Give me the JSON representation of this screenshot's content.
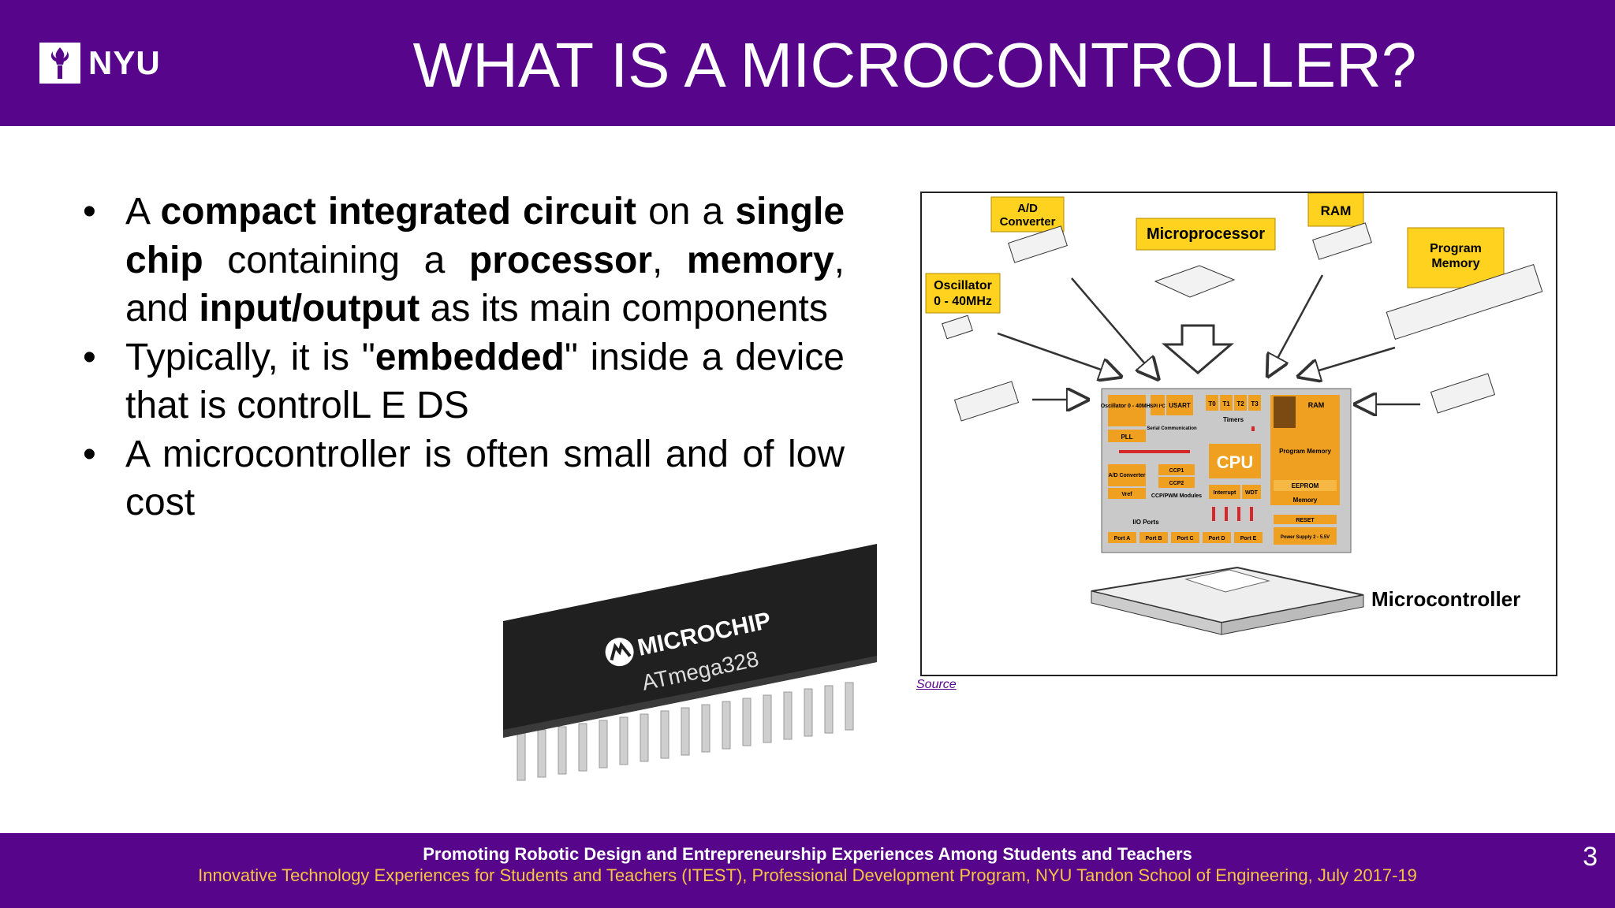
{
  "header": {
    "logo_text": "NYU",
    "title": "WHAT IS A MICROCONTROLLER?"
  },
  "bullets": [
    {
      "segments": [
        {
          "text": "A ",
          "bold": false
        },
        {
          "text": "compact integrated circuit",
          "bold": true
        },
        {
          "text": " on a ",
          "bold": false
        },
        {
          "text": "single chip",
          "bold": true
        },
        {
          "text": " containing a ",
          "bold": false
        },
        {
          "text": "processor",
          "bold": true
        },
        {
          "text": ", ",
          "bold": false
        },
        {
          "text": "memory",
          "bold": true
        },
        {
          "text": ", and ",
          "bold": false
        },
        {
          "text": "input/output",
          "bold": true
        },
        {
          "text": " as its main components",
          "bold": false
        }
      ]
    },
    {
      "segments": [
        {
          "text": "Typically, it is \"",
          "bold": false
        },
        {
          "text": "embedded",
          "bold": true
        },
        {
          "text": "\" inside a device that is controlL E DS",
          "bold": false
        }
      ]
    },
    {
      "segments": [
        {
          "text": "A microcontroller is often small and of low cost",
          "bold": false
        }
      ]
    }
  ],
  "diagram": {
    "labels": {
      "ad_converter_1": "A/D",
      "ad_converter_2": "Converter",
      "microprocessor": "Microprocessor",
      "ram": "RAM",
      "program_memory_1": "Program",
      "program_memory_2": "Memory",
      "oscillator_1": "Oscillator",
      "oscillator_2": "0 - 40MHz",
      "cpu": "CPU",
      "microcontroller": "Microcontroller",
      "blk_osc": "Oscillator 0 - 40MHz",
      "blk_pll": "PLL",
      "blk_spi": "SPI I²C",
      "blk_usart": "USART",
      "blk_serial": "Serial Communication",
      "blk_t0": "T0",
      "blk_t1": "T1",
      "blk_t2": "T2",
      "blk_t3": "T3",
      "blk_timers": "Timers",
      "blk_ram": "RAM",
      "blk_progmem": "Program Memory",
      "blk_eeprom": "EEPROM",
      "blk_memory": "Memory",
      "blk_ad": "A/D Converter",
      "blk_vref": "Vref",
      "blk_ccp1": "CCP1",
      "blk_ccp2": "CCP2",
      "blk_ccppwm": "CCP/PWM Modules",
      "blk_interrupt": "Interrupt",
      "blk_wdt": "WDT",
      "blk_io": "I/O Ports",
      "blk_reset": "RESET",
      "blk_power": "Power Supply 2 - 5.5V",
      "port_a": "Port A",
      "port_b": "Port B",
      "port_c": "Port C",
      "port_d": "Port D",
      "port_e": "Port E"
    }
  },
  "source_link": "Source",
  "chip_photo": {
    "brand": "MICROCHIP",
    "model": "ATmega328"
  },
  "footer": {
    "line1": "Promoting Robotic Design and Entrepreneurship Experiences Among Students and Teachers",
    "line2": "Innovative Technology Experiences for Students and Teachers (ITEST), Professional Development Program, NYU Tandon School of Engineering, July 2017-19",
    "page_number": "3"
  },
  "colors": {
    "purple": "#57068c",
    "orange": "#f0a020",
    "yellow": "#ffd21f",
    "footer_yellow": "#f6c342"
  }
}
